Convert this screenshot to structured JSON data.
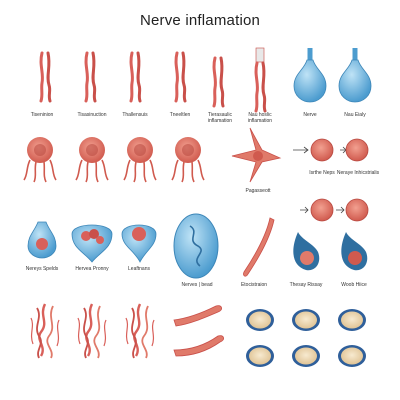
{
  "title": "Nerve inflamation",
  "labels": {
    "row1": [
      "Tiseninion",
      "Tisasinuction",
      "Thallensuis",
      "Tneeltlen",
      "Tierasaulic\ninflamation",
      "Nau hoslic\ninflamation",
      "Nerve",
      "Nau Eialy"
    ],
    "row2": [
      "Pagasseott",
      "Isrthe Neps",
      "Neraye Inhicstrialis"
    ],
    "row3": [
      "Nereys Spelds",
      "Hervea Pronny",
      "Leaftnans",
      "Nerves | bead",
      "Etocistraion",
      "Thesay Rissay",
      "Woob Hiice"
    ]
  },
  "colors": {
    "nerve_fiber": "#d9605a",
    "nerve_body": "#e07a6a",
    "blue_cell": "#6fb7e0",
    "blue_dark": "#3c86b8",
    "disc_fill": "#f1dcb8",
    "disc_ring": "#2f5f9a"
  },
  "icons": [
    "nerve-fiber-icon",
    "neuron-cell-icon",
    "blue-bulb-icon",
    "flask-cell-icon",
    "oval-cell-icon",
    "disc-cell-icon",
    "arrow-icon"
  ]
}
